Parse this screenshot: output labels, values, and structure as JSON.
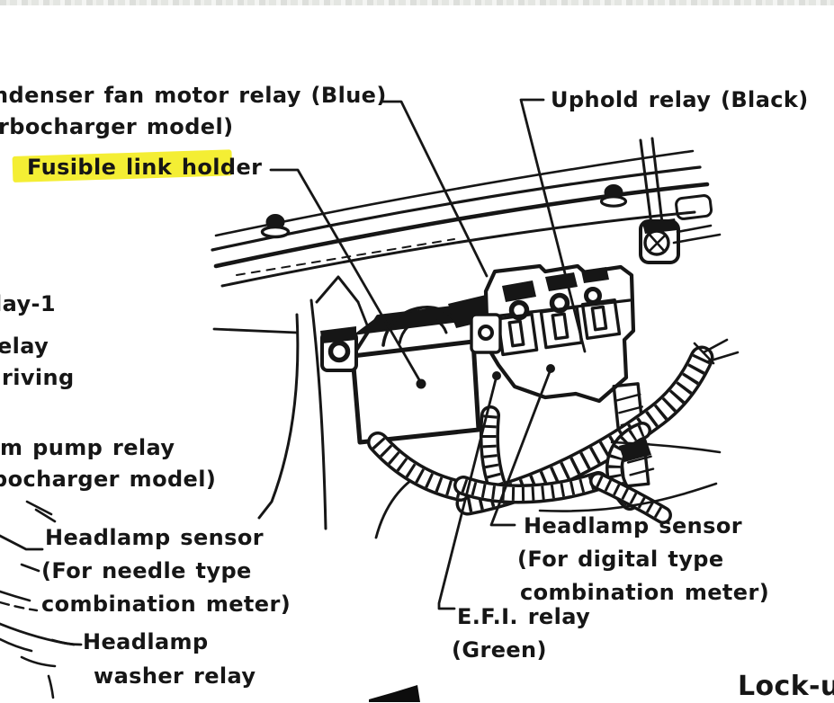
{
  "colors": {
    "paper": "#ffffff",
    "ink": "#161616",
    "highlight": "#f4ee34",
    "scan_edge": "#d7d9d5"
  },
  "drawing": {
    "subject": "engine-compartment-relay-location-line-art"
  },
  "callouts": {
    "condenser_fan_relay": {
      "line1": "ndenser fan motor relay (Blue)",
      "line2": "rbocharger model)"
    },
    "fusible_link": {
      "text": "Fusible link holder",
      "highlighted": true
    },
    "uphold_relay": {
      "text": "Uphold relay (Black)"
    },
    "left_column_fragments": [
      "lay-1",
      "elay",
      "riving",
      "m pump relay",
      "bocharger model)"
    ],
    "headlamp_sensor_needle": [
      "Headlamp sensor",
      "(For needle type",
      "combination meter)"
    ],
    "headlamp_washer": [
      "Headlamp",
      "washer relay"
    ],
    "headlamp_sensor_digital": [
      "Headlamp sensor",
      "(For digital type",
      "combination meter)"
    ],
    "efi_relay": [
      "E.F.I. relay",
      "(Green)"
    ],
    "corner_fragment": "Lock-u"
  }
}
